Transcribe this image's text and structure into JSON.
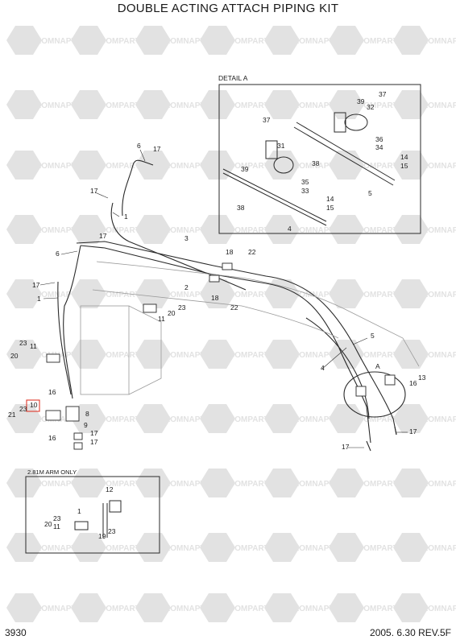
{
  "title": "DOUBLE ACTING ATTACH PIPING KIT",
  "page_number": "3930",
  "revision": "2005. 6.30  REV.5F",
  "detail_label": "DETAIL  A",
  "inset_label": "2.81M ARM ONLY",
  "view_marker": "A",
  "watermark": {
    "brand_a": "KOMNAPT",
    "brand_b": "COMPART"
  },
  "colors": {
    "line": "#2a2a2a",
    "watermark": "#e2e2e2",
    "highlight": "#e0392b"
  },
  "callouts": [
    "6",
    "17",
    "17",
    "1",
    "17",
    "3",
    "6",
    "18",
    "22",
    "2",
    "17",
    "1",
    "18",
    "22",
    "23",
    "11",
    "23",
    "11",
    "20",
    "20",
    "16",
    "10",
    "23",
    "21",
    "8",
    "16",
    "9",
    "17",
    "17",
    "5",
    "4",
    "A",
    "16",
    "13",
    "17",
    "17",
    "12",
    "1",
    "23",
    "11",
    "20",
    "19",
    "23",
    "37",
    "39",
    "32",
    "37",
    "31",
    "36",
    "34",
    "14",
    "15",
    "39",
    "38",
    "35",
    "33",
    "14",
    "15",
    "38",
    "4",
    "5"
  ]
}
